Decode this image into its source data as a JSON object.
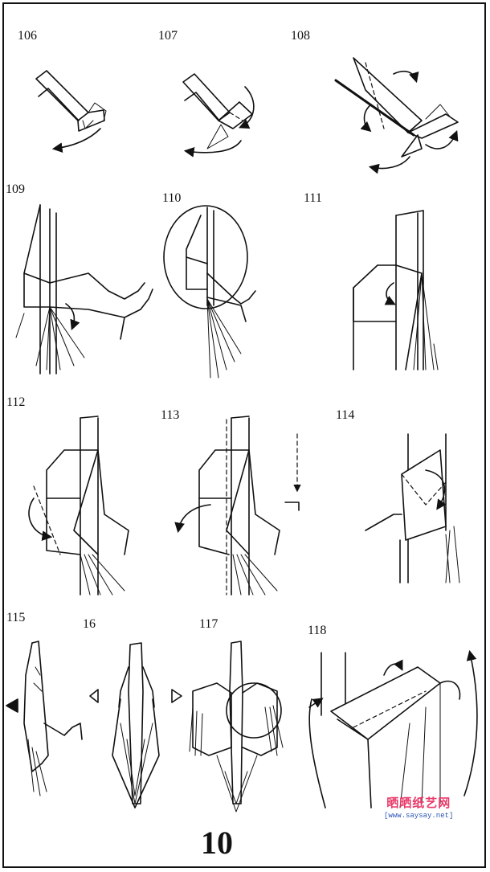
{
  "steps": [
    {
      "label": "106"
    },
    {
      "label": "107"
    },
    {
      "label": "108"
    },
    {
      "label": "109"
    },
    {
      "label": "110"
    },
    {
      "label": "111"
    },
    {
      "label": "112"
    },
    {
      "label": "113"
    },
    {
      "label": "114"
    },
    {
      "label": "115"
    },
    {
      "label": "16"
    },
    {
      "label": "117"
    },
    {
      "label": "118"
    }
  ],
  "page_number": "10",
  "watermark": {
    "main": "晒晒纸艺网",
    "url": "[www.saysay.net]"
  }
}
